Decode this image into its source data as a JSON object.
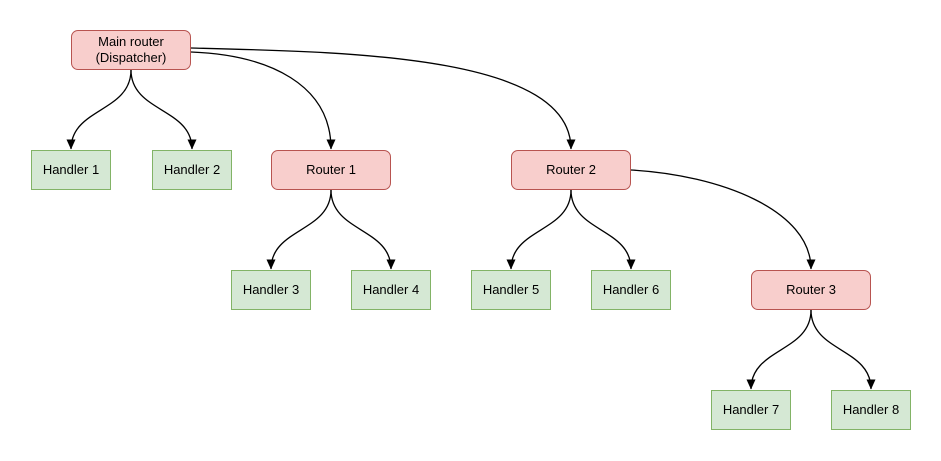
{
  "diagram": {
    "nodes": [
      {
        "id": "main-router",
        "label": "Main router\n(Dispatcher)",
        "kind": "router"
      },
      {
        "id": "handler-1",
        "label": "Handler 1",
        "kind": "handler"
      },
      {
        "id": "handler-2",
        "label": "Handler 2",
        "kind": "handler"
      },
      {
        "id": "router-1",
        "label": "Router 1",
        "kind": "router"
      },
      {
        "id": "router-2",
        "label": "Router 2",
        "kind": "router"
      },
      {
        "id": "handler-3",
        "label": "Handler 3",
        "kind": "handler"
      },
      {
        "id": "handler-4",
        "label": "Handler 4",
        "kind": "handler"
      },
      {
        "id": "handler-5",
        "label": "Handler 5",
        "kind": "handler"
      },
      {
        "id": "handler-6",
        "label": "Handler 6",
        "kind": "handler"
      },
      {
        "id": "router-3",
        "label": "Router 3",
        "kind": "router"
      },
      {
        "id": "handler-7",
        "label": "Handler 7",
        "kind": "handler"
      },
      {
        "id": "handler-8",
        "label": "Handler 8",
        "kind": "handler"
      }
    ],
    "edges": [
      {
        "from": "main-router",
        "to": "handler-1"
      },
      {
        "from": "main-router",
        "to": "handler-2"
      },
      {
        "from": "main-router",
        "to": "router-1"
      },
      {
        "from": "main-router",
        "to": "router-2"
      },
      {
        "from": "router-1",
        "to": "handler-3"
      },
      {
        "from": "router-1",
        "to": "handler-4"
      },
      {
        "from": "router-2",
        "to": "handler-5"
      },
      {
        "from": "router-2",
        "to": "handler-6"
      },
      {
        "from": "router-2",
        "to": "router-3"
      },
      {
        "from": "router-3",
        "to": "handler-7"
      },
      {
        "from": "router-3",
        "to": "handler-8"
      }
    ],
    "colors": {
      "router_fill": "#f8cecc",
      "router_border": "#b85450",
      "handler_fill": "#d5e8d4",
      "handler_border": "#82b366",
      "edge": "#000000",
      "background": "#ffffff"
    }
  }
}
